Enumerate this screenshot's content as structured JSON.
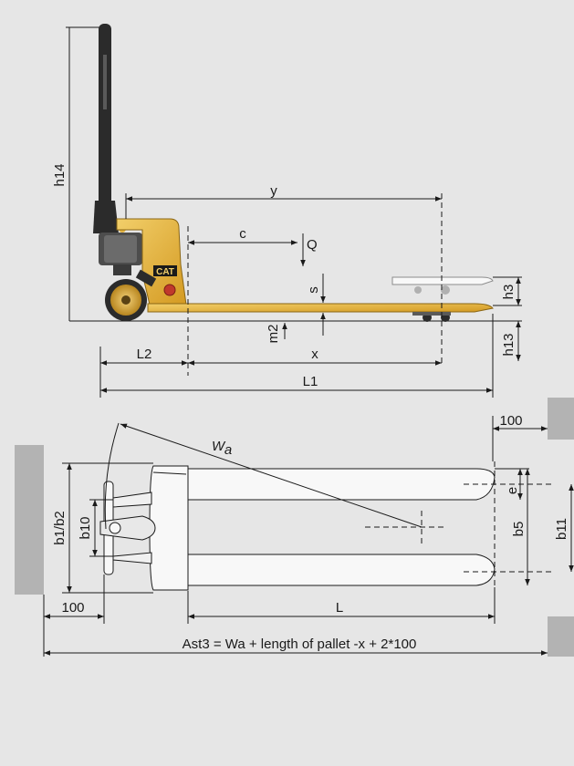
{
  "side_view": {
    "labels": {
      "h14": "h14",
      "y": "y",
      "c": "c",
      "Q": "Q",
      "s": "s",
      "h3": "h3",
      "m2": "m2",
      "x": "x",
      "h13": "h13",
      "L2": "L2",
      "L1": "L1"
    },
    "brand": "CAT"
  },
  "top_view": {
    "labels": {
      "Wa_main": "W",
      "Wa_sub": "a",
      "clearance_right": "100",
      "e": "e",
      "b1b2": "b1/b2",
      "b10": "b10",
      "b5": "b5",
      "b11": "b11",
      "clearance_left": "100",
      "L": "L",
      "formula": "Ast3 = Wa + length of pallet -x + 2*100"
    }
  },
  "colors": {
    "background": "#e6e6e6",
    "truck_yellow": "#e3b23c",
    "truck_dark": "#2b2b2b",
    "pallet_grey": "#b3b3b3",
    "line": "#1a1a1a"
  }
}
